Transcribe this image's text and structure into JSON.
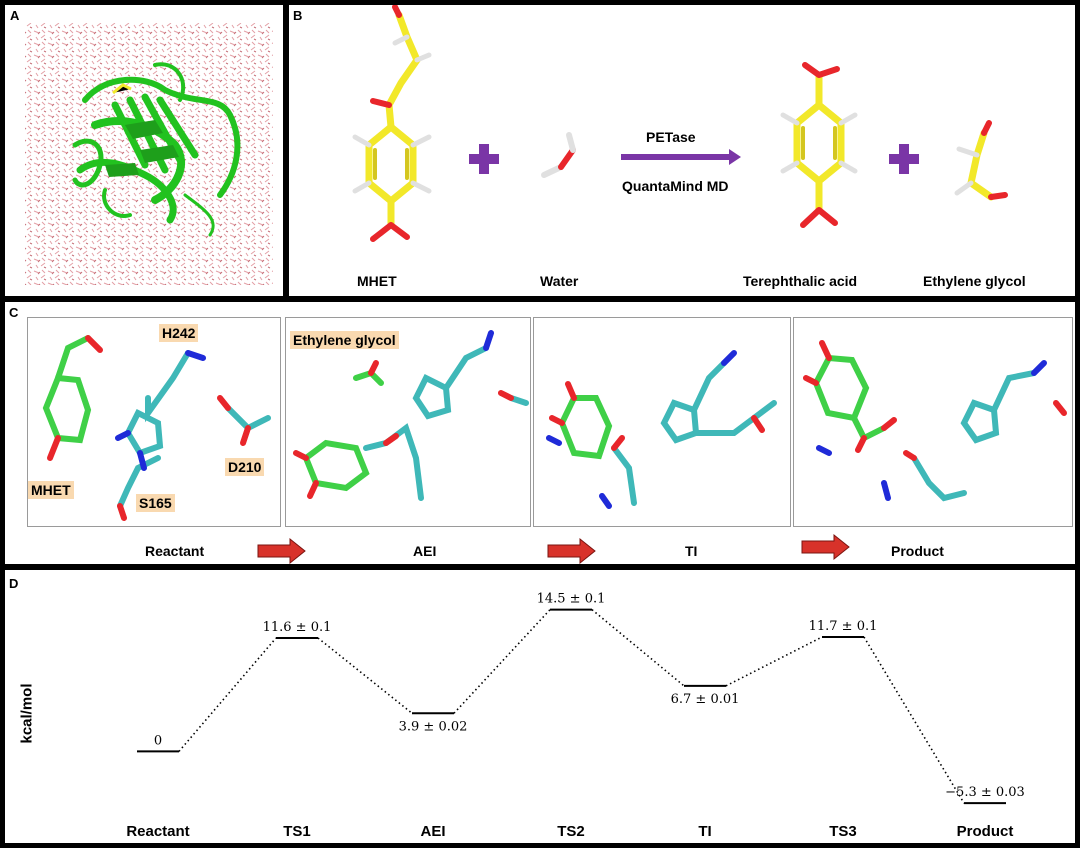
{
  "panels": {
    "a": {
      "label": "A"
    },
    "b": {
      "label": "B",
      "molecules": [
        "MHET",
        "Water",
        "Terephthalic acid",
        "Ethylene glycol"
      ],
      "arrow_top": "PETase",
      "arrow_bottom": "QuantaMind MD"
    },
    "c": {
      "label": "C",
      "residue_tags": {
        "h242": "H242",
        "mhet": "MHET",
        "s165": "S165",
        "d210": "D210",
        "eg": "Ethylene glycol"
      },
      "stages": [
        "Reactant",
        "AEI",
        "TI",
        "Product"
      ]
    },
    "d": {
      "label": "D"
    }
  },
  "colors": {
    "protein": "#22c21f",
    "ligand": "#f2e82a",
    "carbon_cyan": "#3fb8b8",
    "oxygen": "#e8262b",
    "nitrogen": "#1f2bd8",
    "arrow_red": "#d8322a",
    "plus_purple": "#7a35a6"
  },
  "chart_data": {
    "type": "line",
    "ylabel": "kcal/mol",
    "categories": [
      "Reactant",
      "TS1",
      "AEI",
      "TS2",
      "TI",
      "TS3",
      "Product"
    ],
    "values": [
      0,
      11.6,
      3.9,
      14.5,
      6.7,
      11.7,
      -5.3
    ],
    "value_labels": [
      "0",
      "11.6 ± 0.1",
      "3.9 ± 0.02",
      "14.5 ± 0.1",
      "6.7 ± 0.01",
      "11.7 ± 0.1",
      "−5.3 ± 0.03"
    ],
    "ylim": [
      -6,
      16
    ],
    "line_style": "dotted"
  }
}
